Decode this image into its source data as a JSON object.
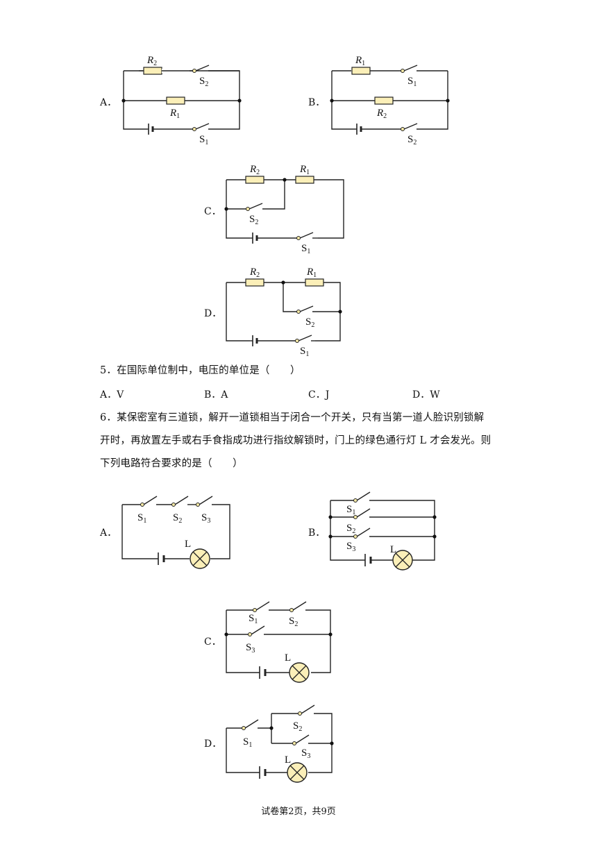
{
  "q4": {
    "options": [
      {
        "letter": "A．",
        "labels": {
          "r_top": "R",
          "r_top_sub": "2",
          "r_mid": "R",
          "r_mid_sub": "1",
          "s_top": "S",
          "s_top_sub": "2",
          "s_bot": "S",
          "s_bot_sub": "1"
        }
      },
      {
        "letter": "B．",
        "labels": {
          "r_top": "R",
          "r_top_sub": "1",
          "r_mid": "R",
          "r_mid_sub": "2",
          "s_top": "S",
          "s_top_sub": "1",
          "s_bot": "S",
          "s_bot_sub": "2"
        }
      },
      {
        "letter": "C．",
        "labels": {
          "r_left": "R",
          "r_left_sub": "2",
          "r_right": "R",
          "r_right_sub": "1",
          "s_mid": "S",
          "s_mid_sub": "2",
          "s_bot": "S",
          "s_bot_sub": "1"
        }
      },
      {
        "letter": "D．",
        "labels": {
          "r_left": "R",
          "r_left_sub": "2",
          "r_right": "R",
          "r_right_sub": "1",
          "s_mid": "S",
          "s_mid_sub": "2",
          "s_bot": "S",
          "s_bot_sub": "1"
        }
      }
    ]
  },
  "q5": {
    "text": "5．在国际单位制中，电压的单位是（　　）",
    "answers": [
      "A．V",
      "B．A",
      "C．J",
      "D．W"
    ]
  },
  "q6": {
    "lines": [
      "6．某保密室有三道锁，解开一道锁相当于闭合一个开关，只有当第一道人脸识别锁解",
      "开时，再放置左手或右手食指成功进行指纹解锁时，门上的绿色通行灯 L 才会发光。则",
      "下列电路符合要求的是（　　）"
    ],
    "options": [
      {
        "letter": "A．",
        "labels": {
          "s1": "S",
          "s1_sub": "1",
          "s2": "S",
          "s2_sub": "2",
          "s3": "S",
          "s3_sub": "3",
          "lamp": "L"
        }
      },
      {
        "letter": "B．",
        "labels": {
          "s1": "S",
          "s1_sub": "1",
          "s2": "S",
          "s2_sub": "2",
          "s3": "S",
          "s3_sub": "3",
          "lamp": "L"
        }
      },
      {
        "letter": "C．",
        "labels": {
          "s1": "S",
          "s1_sub": "1",
          "s2": "S",
          "s2_sub": "2",
          "s3": "S",
          "s3_sub": "3",
          "lamp": "L"
        }
      },
      {
        "letter": "D．",
        "labels": {
          "s1": "S",
          "s1_sub": "1",
          "s2": "S",
          "s2_sub": "2",
          "s3": "S",
          "s3_sub": "3",
          "lamp": "L"
        }
      }
    ]
  },
  "footer": {
    "page": "试卷第2页，共9页"
  },
  "colors": {
    "resistor_fill": "#fbefb8",
    "lamp_fill": "#fbefb8",
    "switch_contact_fill": "#f6e9a6",
    "wire": "#222222"
  }
}
